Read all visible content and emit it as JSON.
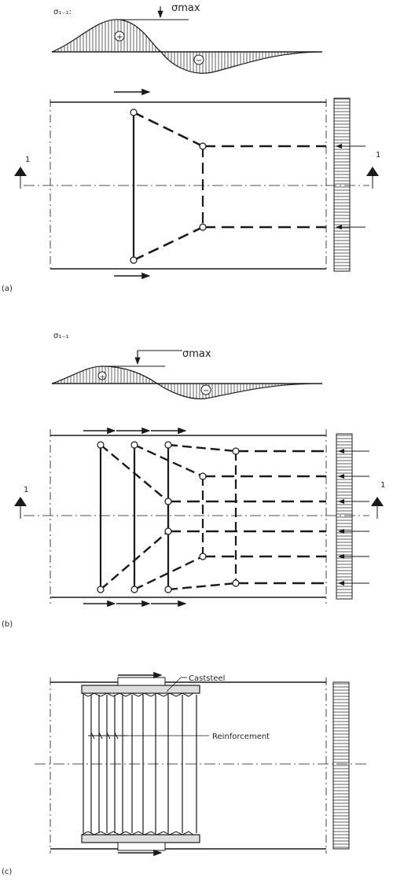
{
  "panel_a": {
    "sigma_label": "σ₁₋₁:",
    "sigma_max_label": "σmax",
    "plus_sign": "+",
    "minus_sign": "−",
    "section_left": "1",
    "section_right": "1",
    "caption": "(a)"
  },
  "panel_b": {
    "sigma_label": "σ₁₋₁",
    "sigma_max_label": "σmax",
    "plus_sign": "+",
    "minus_sign": "−",
    "section_left": "1",
    "section_right": "1",
    "caption": "(b)"
  },
  "panel_c": {
    "caststeel_label": "Caststeel",
    "reinforcement_label": "Reinforcement",
    "caption": "(c)"
  },
  "colors": {
    "line": "#1a1a1a",
    "background": "#ffffff"
  }
}
